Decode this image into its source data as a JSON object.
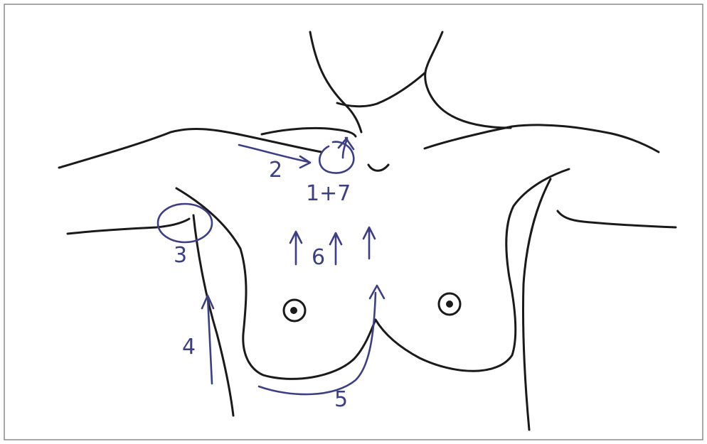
{
  "colors": {
    "background": "#ffffff",
    "frame": "#8a8a8a",
    "outline": "#1a1a1a",
    "ink": "#3c3f86"
  },
  "labels": {
    "step_1_7": "1+7",
    "step_2": "2",
    "step_3": "3",
    "step_4": "4",
    "step_5": "5",
    "step_6": "6"
  }
}
